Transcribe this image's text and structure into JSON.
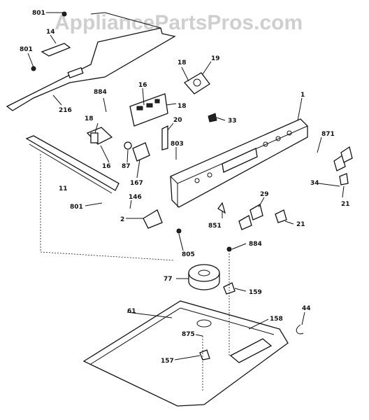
{
  "watermark": "AppliancePartsPros.com",
  "labels": {
    "p801_top": "801",
    "p14": "14",
    "p801_left": "801",
    "p216": "216",
    "p884_mid": "884",
    "p16": "16",
    "p18a": "18",
    "p19": "19",
    "p18_upper": "18",
    "p18_low": "18",
    "p20": "20",
    "p33": "33",
    "p1": "1",
    "p871": "871",
    "p87": "87",
    "p167": "167",
    "p803": "803",
    "p11": "11",
    "p146": "146",
    "p801_low": "801",
    "p2": "2",
    "p34": "34",
    "p21a": "21",
    "p29": "29",
    "p21b": "21",
    "p851": "851",
    "p805": "805",
    "p884_low": "884",
    "p77": "77",
    "p159": "159",
    "p61": "61",
    "p158": "158",
    "p44": "44",
    "p875": "875",
    "p157": "157"
  }
}
